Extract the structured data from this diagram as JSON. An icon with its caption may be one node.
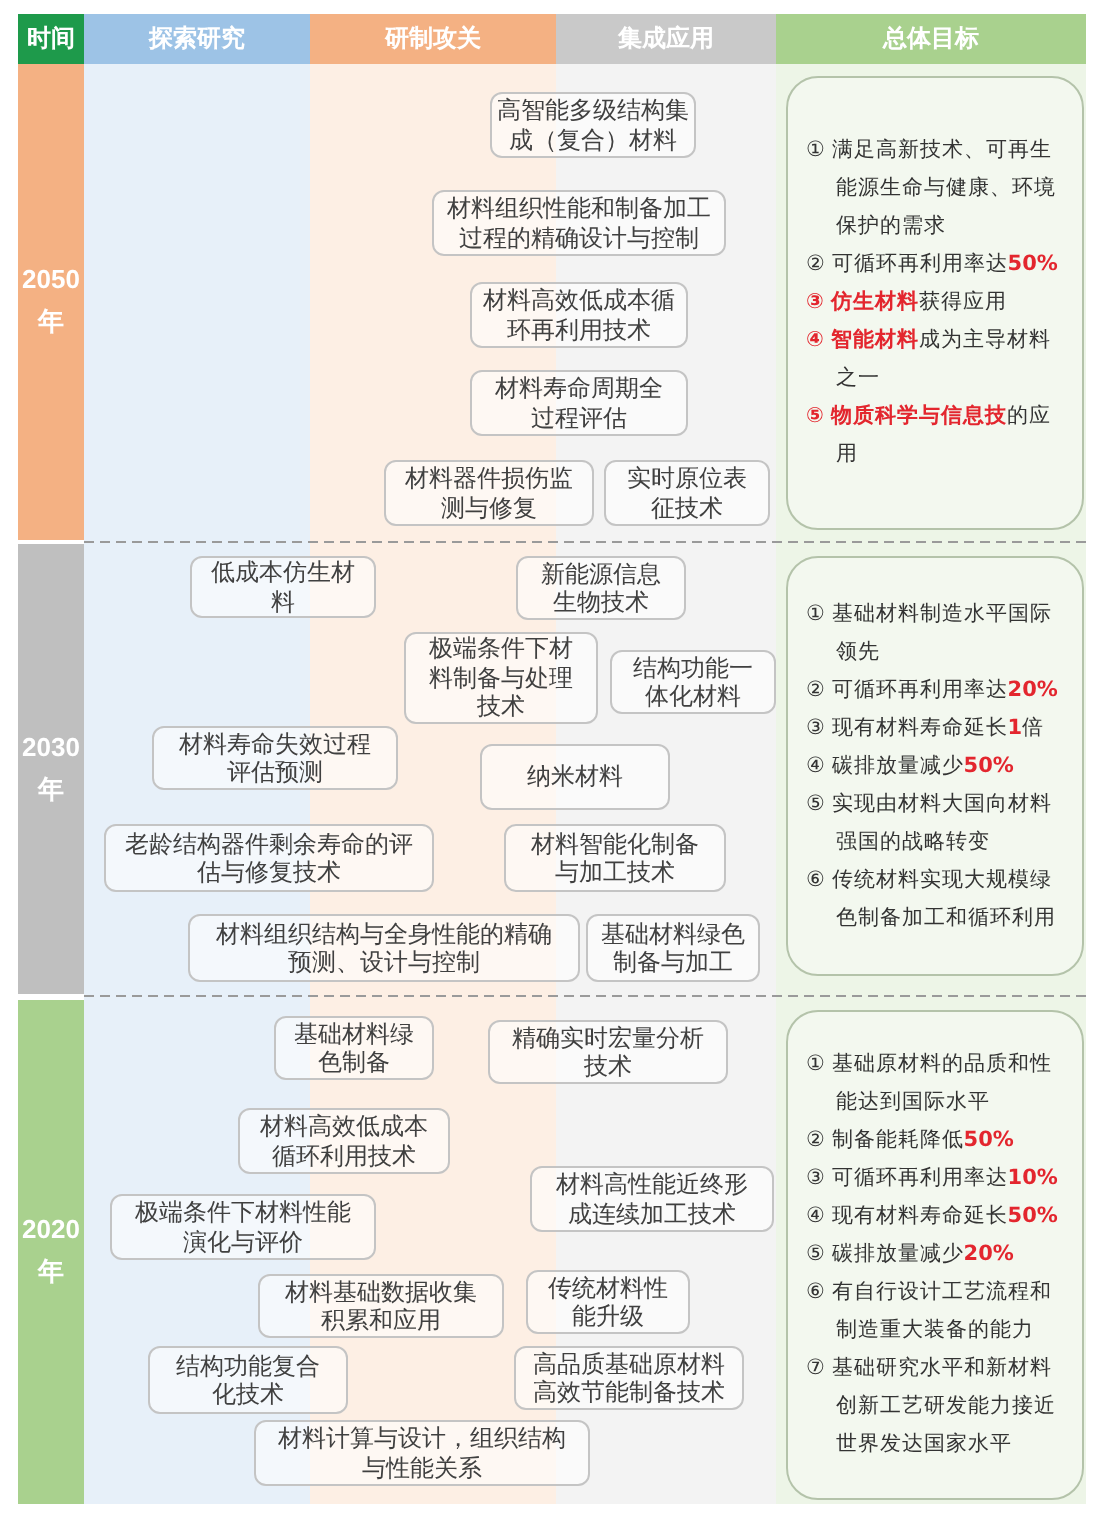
{
  "diagram": {
    "nodes": [
      {
        "text": [
          "时间"
        ]
      },
      {
        "text": [
          "探索研究"
        ]
      },
      {
        "text": [
          "研制攻关"
        ]
      },
      {
        "text": [
          "集成应用"
        ]
      },
      {
        "text": [
          "总体目标"
        ]
      },
      {
        "text": [
          "2050年"
        ]
      },
      {
        "text": [
          "高智能多级结构集成（复合）材料"
        ]
      },
      {
        "text": [
          "材料组织性能和制备加工过程的精确设计与控制"
        ]
      },
      {
        "text": [
          "材料高效低成本循环再利用技术"
        ]
      },
      {
        "text": [
          "材料寿命周期全过程评估"
        ]
      },
      {
        "text": [
          "材料器件损伤监测与修复"
        ]
      },
      {
        "text": [
          "实时原位表征技术"
        ]
      },
      {
        "text": [
          "① 满足高新技术、可再生能源生命与健康、环境保护的需求",
          "② 可循环再利用率达**50%**",
          "**③ 仿生材料**获得应用",
          "**④ 智能材料**成为主导材料之一",
          "**⑤ 物质科学与信息技**的应用"
        ]
      },
      {
        "text": [
          "2030年"
        ]
      },
      {
        "text": [
          "低成本仿生材料"
        ]
      },
      {
        "text": [
          "新能源信息生物技术"
        ]
      },
      {
        "text": [
          "极端条件下材料制备与处理技术"
        ]
      },
      {
        "text": [
          "结构功能一体化材料"
        ]
      },
      {
        "text": [
          "材料寿命失效过程评估预测"
        ]
      },
      {
        "text": [
          "纳米材料"
        ]
      },
      {
        "text": [
          "老龄结构器件剩余寿命的评估与修复技术"
        ]
      },
      {
        "text": [
          "材料智能化制备与加工技术"
        ]
      },
      {
        "text": [
          "材料组织结构与全身性能的精确预测、设计与控制"
        ]
      },
      {
        "text": [
          "基础材料绿色制备与加工"
        ]
      },
      {
        "text": [
          "① 基础材料制造水平国际领先",
          "② 可循环再利用率达**20%**",
          "③ 现有材料寿命延长**1**倍",
          "④ 碳排放量减少**50%**",
          "⑤ 实现由材料大国向材料强国的战略转变",
          "⑥ 传统材料实现大规模绿色制备加工和循环利用"
        ]
      },
      {
        "text": [
          "2020年"
        ]
      },
      {
        "text": [
          "基础材料绿色制备"
        ]
      },
      {
        "text": [
          "精确实时宏量分析技术"
        ]
      },
      {
        "text": [
          "材料高效低成本循环利用技术"
        ]
      },
      {
        "text": [
          "材料高性能近终形成连续加工技术"
        ]
      },
      {
        "text": [
          "极端条件下材料性能演化与评价"
        ]
      },
      {
        "text": [
          "材料基础数据收集积累和应用"
        ]
      },
      {
        "text": [
          "传统材料性能升级"
        ]
      },
      {
        "text": [
          "结构功能复合化技术"
        ]
      },
      {
        "text": [
          "高品质基础原材料高效节能制备技术"
        ]
      },
      {
        "text": [
          "材料计算与设计，组织结构与性能关系"
        ]
      },
      {
        "text": [
          "① 基础原材料的品质和性能达到国际水平",
          "② 制备能耗降低**50%**",
          "③ 可循环再利用率达**10%**",
          "④ 现有材料寿命延长**50%**",
          "⑤ 碳排放量减少**20%**",
          "⑥ 有自行设计工艺流程和制造重大装备的能力",
          "⑦ 基础研究水平和新材料创新工艺研发能力接近世界发达国家水平"
        ]
      }
    ]
  }
}
